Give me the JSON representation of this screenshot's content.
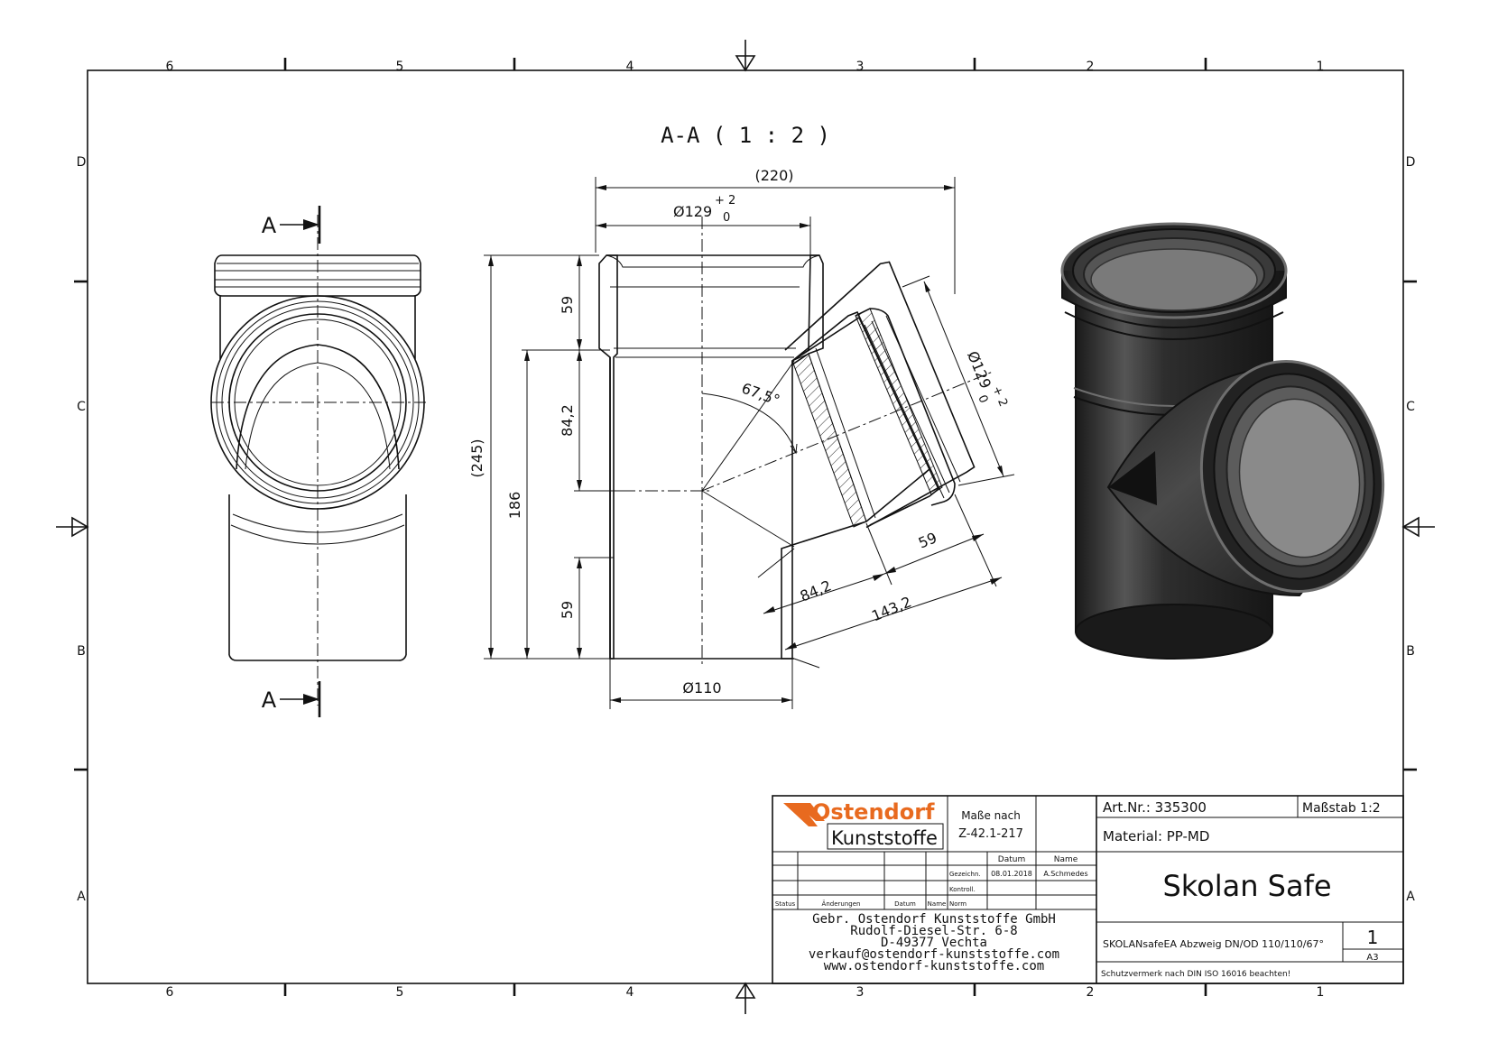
{
  "border": {
    "columns": [
      "6",
      "5",
      "4",
      "3",
      "2",
      "1"
    ],
    "rows": [
      "D",
      "C",
      "B",
      "A"
    ]
  },
  "section": {
    "title": "A-A ( 1 : 2 )",
    "cut_label": "A"
  },
  "dimensions": {
    "overall_width": "(220)",
    "socket_diameter": "Ø129",
    "tol_plus": "+ 2",
    "tol_zero": "0",
    "overall_height": "(245)",
    "body_length": "186",
    "socket_depth_top": "59",
    "center_top": "84,2",
    "spigot_length": "59",
    "branch_angle": "67,5°",
    "branch_socket_depth": "59",
    "branch_center": "84,2",
    "branch_total": "143,2",
    "branch_diameter": "Ø129",
    "pipe_diameter": "Ø110"
  },
  "title_block": {
    "logo_top": "Ostendorf",
    "logo_bottom": "Kunststoffe",
    "dims_note_1": "Maße nach",
    "dims_note_2": "Z-42.1-217",
    "col_datum": "Datum",
    "col_name": "Name",
    "row_gezeichn": "Gezeichn.",
    "row_kontroll": "Kontroll.",
    "row_norm": "Norm",
    "drawn_date": "08.01.2018",
    "drawn_name": "A.Schmedes",
    "rev_status": "Status",
    "rev_changes": "Änderungen",
    "rev_datum": "Datum",
    "rev_name": "Name",
    "company": [
      "Gebr. Ostendorf Kunststoffe GmbH",
      "Rudolf-Diesel-Str. 6-8",
      "D-49377 Vechta",
      "verkauf@ostendorf-kunststoffe.com",
      "www.ostendorf-kunststoffe.com"
    ],
    "art_nr": "Art.Nr.: 335300",
    "scale": "Maßstab 1:2",
    "material": "Material: PP-MD",
    "product": "Skolan Safe",
    "description": "SKOLANsafeEA Abzweig DN/OD 110/110/67°",
    "sheet": "1",
    "format": "A3",
    "protection": "Schutzvermerk nach DIN ISO 16016 beachten!"
  },
  "colors": {
    "logo_orange": "#e86a1f",
    "render_body": "#2b2b2b",
    "render_highlight": "#6e6e6e"
  }
}
